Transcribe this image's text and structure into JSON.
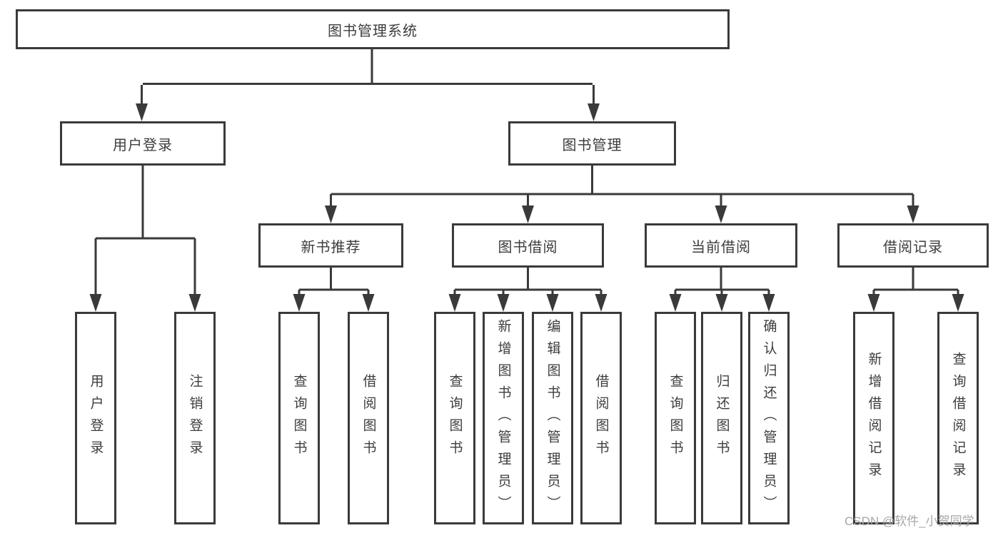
{
  "tree": {
    "root": {
      "label": "图书管理系统"
    },
    "branches": [
      {
        "label": "用户登录",
        "leaves": [
          {
            "label": "用户登录"
          },
          {
            "label": "注销登录"
          }
        ]
      },
      {
        "label": "图书管理",
        "groups": [
          {
            "label": "新书推荐",
            "leaves": [
              {
                "label": "查询图书"
              },
              {
                "label": "借阅图书"
              }
            ]
          },
          {
            "label": "图书借阅",
            "leaves": [
              {
                "label": "查询图书"
              },
              {
                "label": "新增图书（管理员）"
              },
              {
                "label": "编辑图书（管理员）"
              },
              {
                "label": "借阅图书"
              }
            ]
          },
          {
            "label": "当前借阅",
            "leaves": [
              {
                "label": "查询图书"
              },
              {
                "label": "归还图书"
              },
              {
                "label": "确认归还（管理员）"
              }
            ]
          },
          {
            "label": "借阅记录",
            "leaves": [
              {
                "label": "新增借阅记录"
              },
              {
                "label": "查询借阅记录"
              }
            ]
          }
        ]
      }
    ]
  },
  "watermark": {
    "text": "CSDN @软件_小贺同学"
  },
  "colors": {
    "line": "#3a3a3a",
    "text": "#3d3d3d",
    "watermark": "#a6a6a6",
    "background": "#ffffff"
  }
}
